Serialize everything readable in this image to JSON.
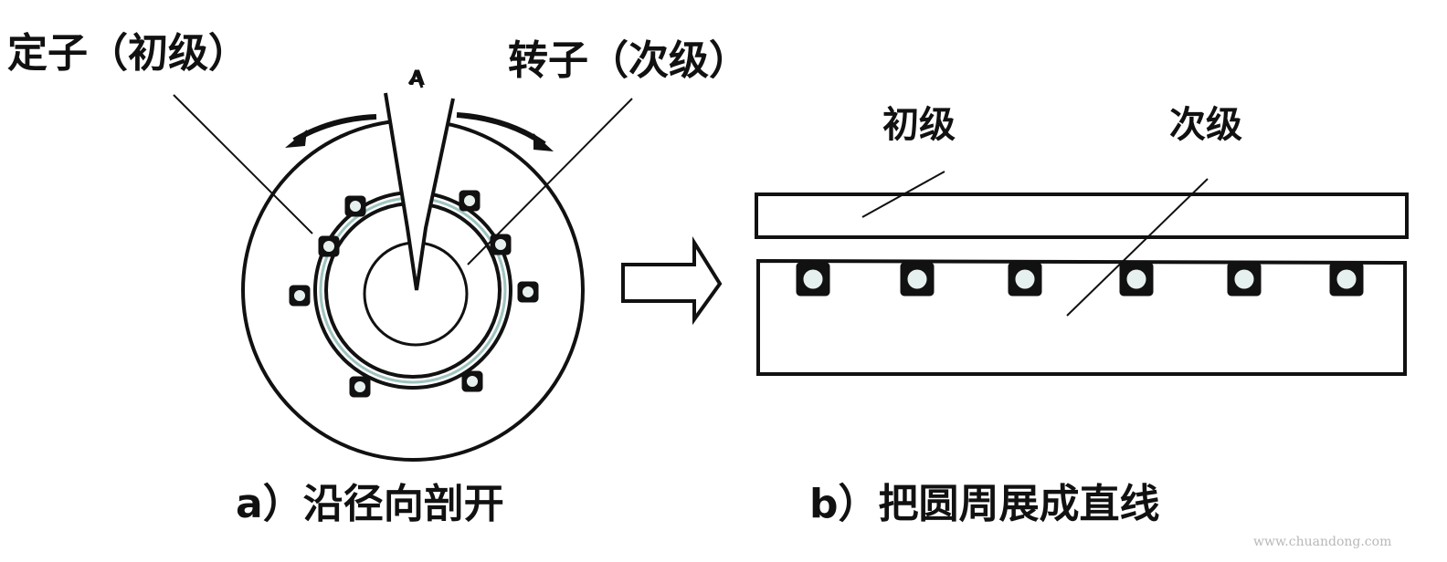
{
  "labels": {
    "stator": "定子（初级）",
    "rotor": "转子（次级）",
    "cut_mark": "A",
    "primary": "初级",
    "secondary": "次级",
    "caption_a": "a）沿径向剖开",
    "caption_b": "b）把圆周展成直线"
  },
  "watermark": "www.chuandong.com",
  "colors": {
    "ink": "#111111",
    "ring_inner": "#9fc4c0",
    "background": "#ffffff"
  },
  "conductor_count_circle": 8,
  "conductor_count_linear": 6
}
